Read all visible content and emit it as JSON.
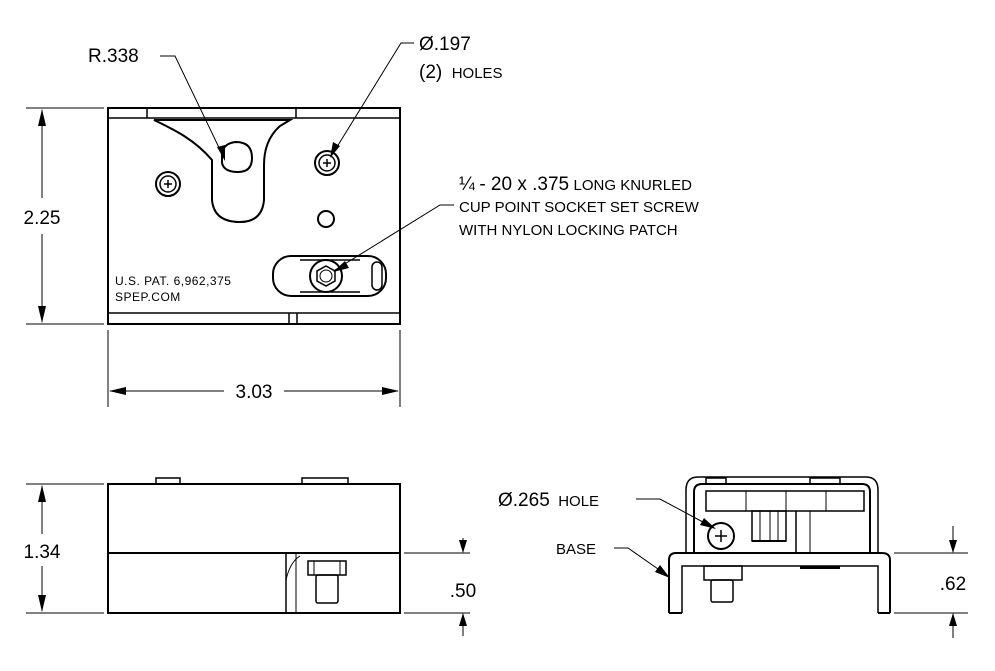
{
  "dimensions": {
    "height": "2.25",
    "width": "3.03",
    "side_height": "1.34",
    "side_base": ".50",
    "end_base": ".62"
  },
  "callouts": {
    "radius": "R.338",
    "holes_dia": "Ø.197",
    "holes_count": "(2)",
    "holes_word": "HOLES",
    "screw_frac": "¼",
    "screw_size": " - 20 x .375",
    "screw_line1_rest": " LONG KNURLED",
    "screw_line2": "CUP POINT SOCKET SET SCREW",
    "screw_line3": "WITH NYLON LOCKING PATCH",
    "base_hole_dia": "Ø.265",
    "base_hole_word": "HOLE",
    "base_label": "BASE"
  },
  "markings": {
    "patent": "U.S. PAT. 6,962,375",
    "website": "SPEP.COM"
  }
}
